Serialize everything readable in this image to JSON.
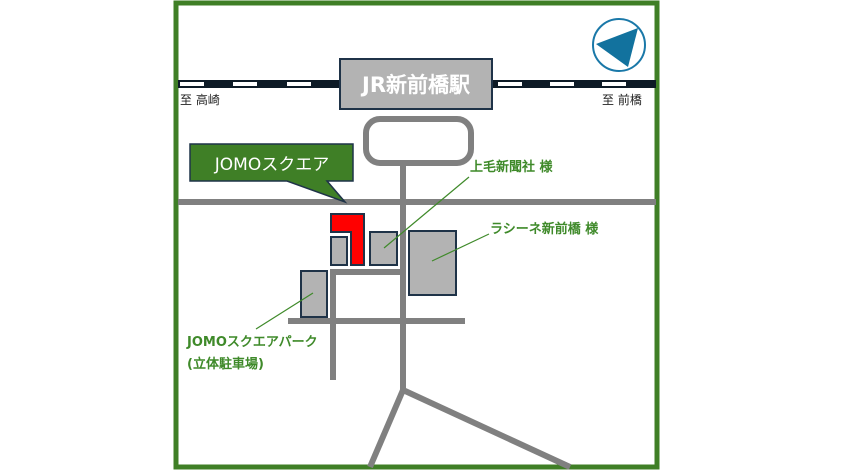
{
  "map": {
    "station": {
      "label": "JR新前橋駅"
    },
    "railway": {
      "left_direction": "至 高崎",
      "right_direction": "至 前橋"
    },
    "callout": {
      "label": "JOMOスクエア"
    },
    "labels": {
      "jomo_shimbun": "上毛新聞社 様",
      "rashine": "ラシーネ新前橋 様",
      "parking_line1": "JOMOスクエアパーク",
      "parking_line2": "(立体駐車場)"
    },
    "compass": {
      "icon": "north-arrow-icon"
    },
    "colors": {
      "frame": "#3f7f26",
      "road": "#808080",
      "building": "#b3b3b3",
      "building_border": "#1f3348",
      "target": "#ff0000",
      "label": "#3f8a2a",
      "callout_bg": "#3f7f26",
      "station_bg": "#b3b3b3",
      "compass": "#1a78a8"
    }
  }
}
